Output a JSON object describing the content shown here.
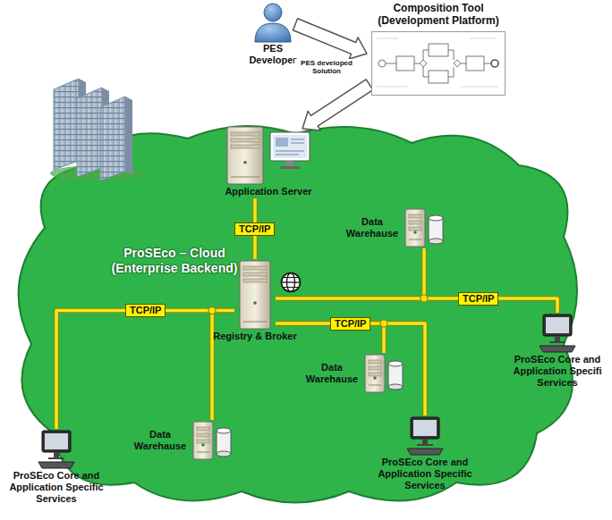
{
  "diagram": {
    "nodes": [
      {
        "text": [
          "ProSEco – Cloud (Enterprise Backend)"
        ]
      },
      {
        "text": [
          "PES Developer"
        ]
      },
      {
        "text": [
          "Composition Tool (Development Platform)"
        ]
      },
      {
        "text": [
          "Application Server"
        ],
        "in": 0
      },
      {
        "text": [
          "Registry & Broker"
        ],
        "in": 0
      },
      {
        "text": [
          "Data Warehause"
        ],
        "in": 0
      },
      {
        "text": [
          "Data Warehause"
        ],
        "in": 0
      },
      {
        "text": [
          "Data Warehause"
        ],
        "in": 0
      },
      {
        "text": [
          "ProSEco Core and Application Specifi Services"
        ]
      },
      {
        "text": [
          "ProSEco Core and Application Specific Services"
        ]
      },
      {
        "text": [
          "ProSEco Core and Application Specific Services"
        ]
      }
    ],
    "edges": [
      {
        "from": 1,
        "to": 2,
        "arrow": "to"
      },
      {
        "from": 2,
        "to": 3,
        "label": "PES developed Solution",
        "arrow": "to"
      },
      {
        "from": 3,
        "to": 4,
        "label": "TCP/IP",
        "arrow": "none"
      },
      {
        "from": 4,
        "to": 9,
        "label": "TCP/IP",
        "arrow": "none"
      },
      {
        "from": 4,
        "to": 6,
        "arrow": "none"
      },
      {
        "from": 4,
        "to": 8,
        "label": "TCP/IP",
        "arrow": "none"
      },
      {
        "from": 4,
        "to": 5,
        "arrow": "none"
      },
      {
        "from": 4,
        "to": 10,
        "label": "TCP/IP",
        "arrow": "none"
      },
      {
        "from": 4,
        "to": 7,
        "arrow": "none"
      }
    ]
  }
}
